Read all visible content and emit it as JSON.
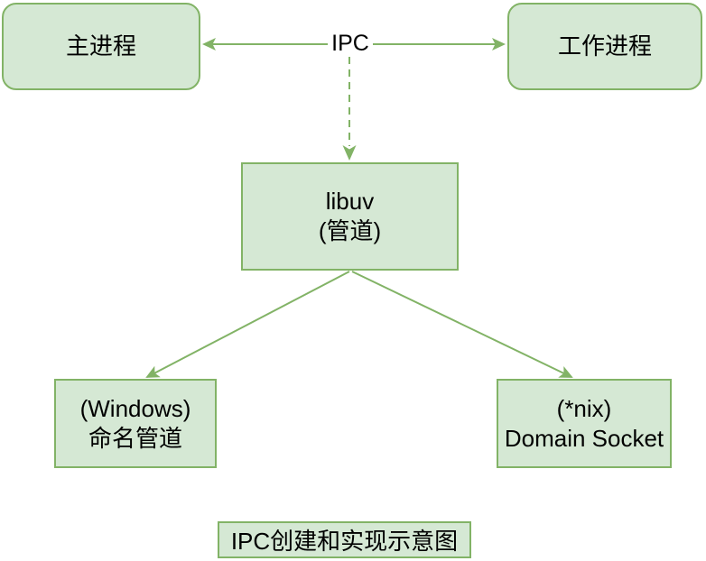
{
  "diagram": {
    "caption": "IPC创建和实现示意图",
    "nodes": {
      "main": {
        "label": "主进程",
        "shape": "rounded-rect"
      },
      "worker": {
        "label": "工作进程",
        "shape": "rounded-rect"
      },
      "libuv": {
        "line1": "libuv",
        "line2": "(管道)",
        "shape": "rect"
      },
      "windows": {
        "line1": "(Windows)",
        "line2": "命名管道",
        "shape": "rect"
      },
      "nix": {
        "line1": "(*nix)",
        "line2": "Domain Socket",
        "shape": "rect"
      }
    },
    "edges": [
      {
        "from": "main",
        "to": "worker",
        "label": "IPC",
        "style": "solid",
        "arrows": "both"
      },
      {
        "from": "IPC",
        "to": "libuv",
        "label": "",
        "style": "dashed",
        "arrows": "end"
      },
      {
        "from": "libuv",
        "to": "windows",
        "label": "",
        "style": "solid",
        "arrows": "end"
      },
      {
        "from": "libuv",
        "to": "nix",
        "label": "",
        "style": "solid",
        "arrows": "end"
      }
    ],
    "ipc_label": "IPC",
    "colors": {
      "node_fill": "#d5e8d4",
      "node_stroke": "#82b366",
      "arrow": "#82b366",
      "text": "#000000",
      "background": "#ffffff"
    }
  }
}
